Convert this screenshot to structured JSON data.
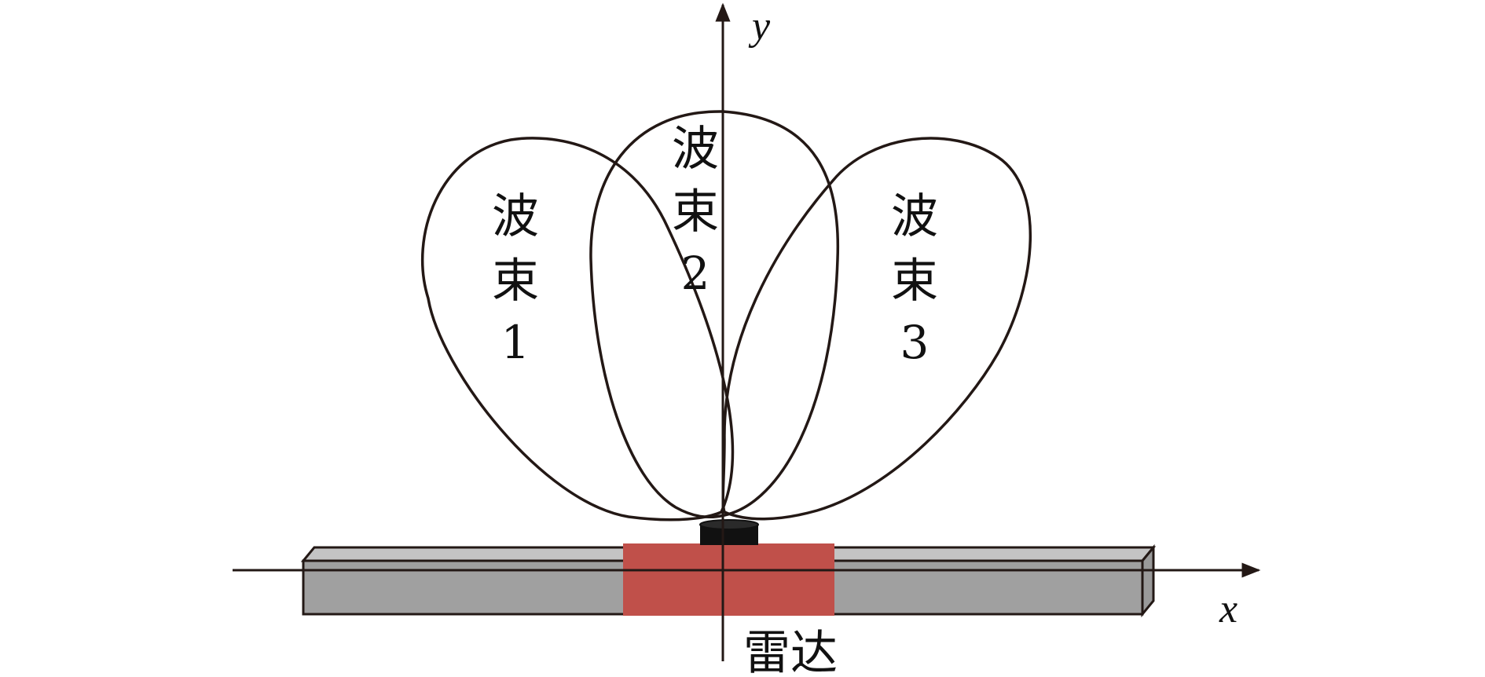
{
  "axes": {
    "x_label": "x",
    "y_label": "y"
  },
  "beams": [
    {
      "line1": "波",
      "line2": "束",
      "line3": "1"
    },
    {
      "line1": "波",
      "line2": "束",
      "line3": "2"
    },
    {
      "line1": "波",
      "line2": "束",
      "line3": "3"
    }
  ],
  "radar": {
    "label": "雷达"
  },
  "colors": {
    "outline": "#231815",
    "bar_face": "#a0a0a0",
    "bar_top": "#c4c4c4",
    "radar_body": "#c0504a",
    "radar_antenna": "#111111"
  }
}
